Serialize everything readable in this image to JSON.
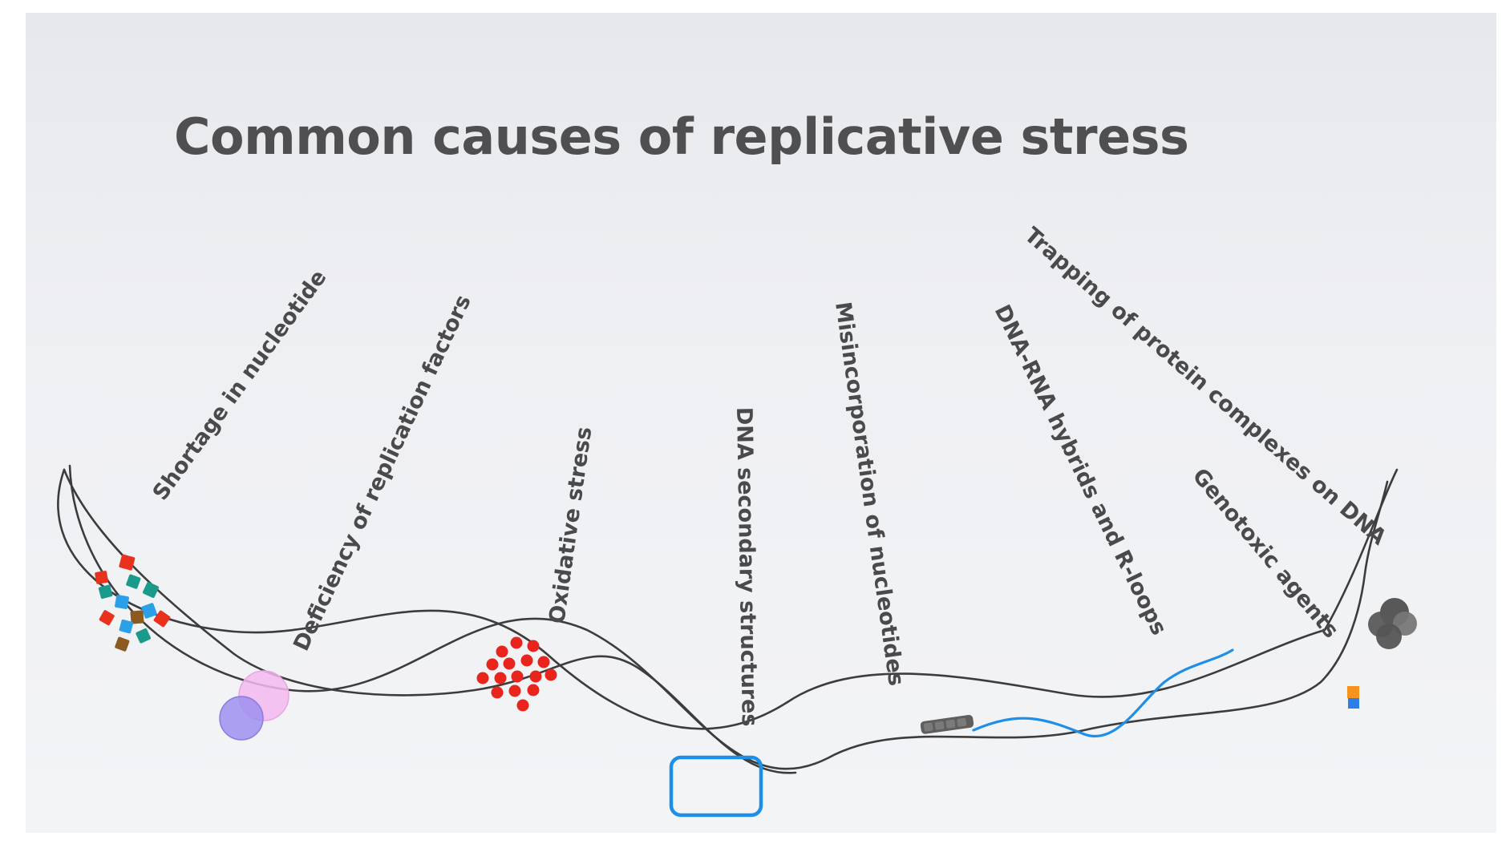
{
  "title": "Common causes of replicative stress",
  "causes": [
    {
      "label": "Shortage in nucleotide"
    },
    {
      "label": "Deficiency of replication factors"
    },
    {
      "label": "Oxidative stress"
    },
    {
      "label": "DNA secondary structures"
    },
    {
      "label": "Misincorporation of nucleotides"
    },
    {
      "label": "DNA-RNA hybrids and R-loops"
    },
    {
      "label": "Genotoxic agents"
    },
    {
      "label": "Trapping of protein complexes on DNA"
    }
  ],
  "colors": {
    "title": "#4f4f51",
    "label": "#4a4a4c",
    "dna_strand": "#3c3c3c",
    "rna_strand": "#1e8fe8",
    "secondary_structure_box": "#1e8fe8",
    "oxidative_dots": "#e8241c",
    "factor_pink": "#f4b8ef",
    "factor_purple": "#9d8ff0",
    "protein_complex": "#5a5a5a",
    "nucleotide_red": "#e8321e",
    "nucleotide_blue": "#2aa0e8",
    "nucleotide_teal": "#1a9a8a",
    "nucleotide_brown": "#8a5a20",
    "genotoxic_orange": "#f5931e",
    "genotoxic_blue": "#2a7fe8"
  }
}
